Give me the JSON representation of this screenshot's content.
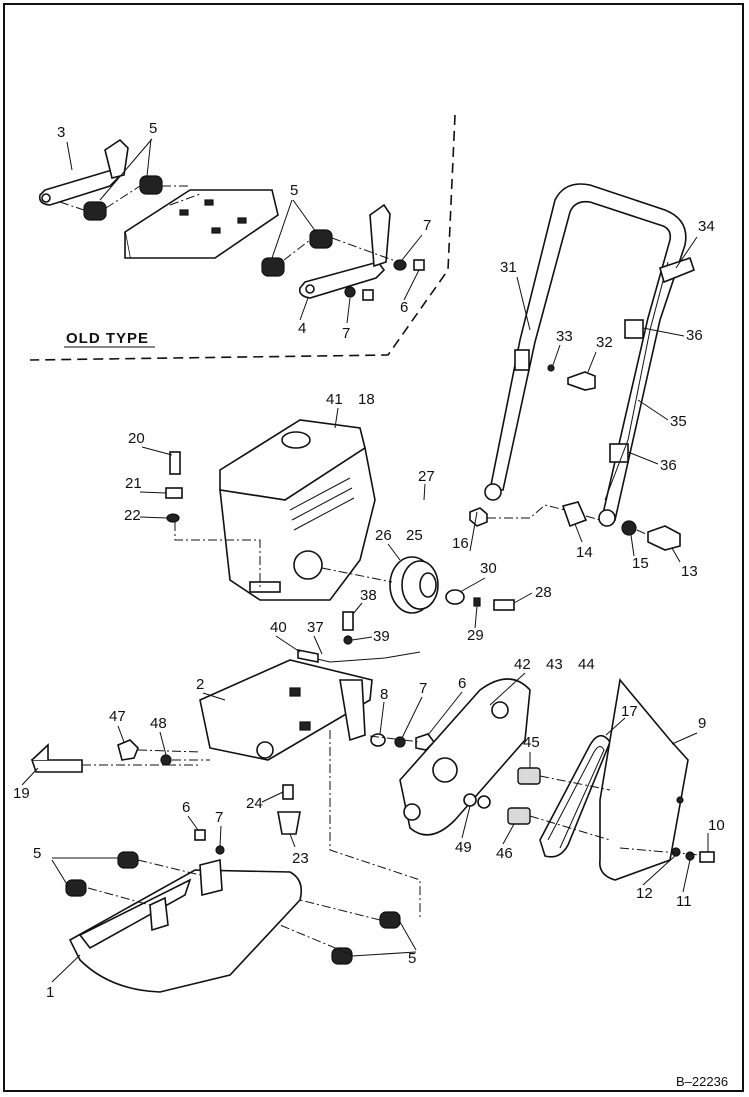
{
  "diagram": {
    "group_label": "OLD TYPE",
    "reference": "B–22236",
    "callouts": [
      {
        "id": "c3",
        "text": "3"
      },
      {
        "id": "c5a",
        "text": "5"
      },
      {
        "id": "c5b",
        "text": "5"
      },
      {
        "id": "c7a",
        "text": "7"
      },
      {
        "id": "c6a",
        "text": "6"
      },
      {
        "id": "c4",
        "text": "4"
      },
      {
        "id": "c7b",
        "text": "7"
      },
      {
        "id": "c34",
        "text": "34"
      },
      {
        "id": "c31",
        "text": "31"
      },
      {
        "id": "c33",
        "text": "33"
      },
      {
        "id": "c32",
        "text": "32"
      },
      {
        "id": "c36a",
        "text": "36"
      },
      {
        "id": "c35",
        "text": "35"
      },
      {
        "id": "c36b",
        "text": "36"
      },
      {
        "id": "c41",
        "text": "41"
      },
      {
        "id": "c18",
        "text": "18"
      },
      {
        "id": "c20",
        "text": "20"
      },
      {
        "id": "c21",
        "text": "21"
      },
      {
        "id": "c22",
        "text": "22"
      },
      {
        "id": "c27",
        "text": "27"
      },
      {
        "id": "c26",
        "text": "26"
      },
      {
        "id": "c25",
        "text": "25"
      },
      {
        "id": "c16",
        "text": "16"
      },
      {
        "id": "c14",
        "text": "14"
      },
      {
        "id": "c15",
        "text": "15"
      },
      {
        "id": "c13",
        "text": "13"
      },
      {
        "id": "c30",
        "text": "30"
      },
      {
        "id": "c28",
        "text": "28"
      },
      {
        "id": "c29",
        "text": "29"
      },
      {
        "id": "c38",
        "text": "38"
      },
      {
        "id": "c40",
        "text": "40"
      },
      {
        "id": "c37",
        "text": "37"
      },
      {
        "id": "c39",
        "text": "39"
      },
      {
        "id": "c2",
        "text": "2"
      },
      {
        "id": "c42",
        "text": "42"
      },
      {
        "id": "c43",
        "text": "43"
      },
      {
        "id": "c44",
        "text": "44"
      },
      {
        "id": "c8",
        "text": "8"
      },
      {
        "id": "c7c",
        "text": "7"
      },
      {
        "id": "c6b",
        "text": "6"
      },
      {
        "id": "c17",
        "text": "17"
      },
      {
        "id": "c9",
        "text": "9"
      },
      {
        "id": "c47",
        "text": "47"
      },
      {
        "id": "c48",
        "text": "48"
      },
      {
        "id": "c45",
        "text": "45"
      },
      {
        "id": "c19",
        "text": "19"
      },
      {
        "id": "c24",
        "text": "24"
      },
      {
        "id": "c23",
        "text": "23"
      },
      {
        "id": "c49",
        "text": "49"
      },
      {
        "id": "c46",
        "text": "46"
      },
      {
        "id": "c10",
        "text": "10"
      },
      {
        "id": "c12",
        "text": "12"
      },
      {
        "id": "c11",
        "text": "11"
      },
      {
        "id": "c6c",
        "text": "6"
      },
      {
        "id": "c7d",
        "text": "7"
      },
      {
        "id": "c5c",
        "text": "5"
      },
      {
        "id": "c5d",
        "text": "5"
      },
      {
        "id": "c1",
        "text": "1"
      }
    ]
  }
}
